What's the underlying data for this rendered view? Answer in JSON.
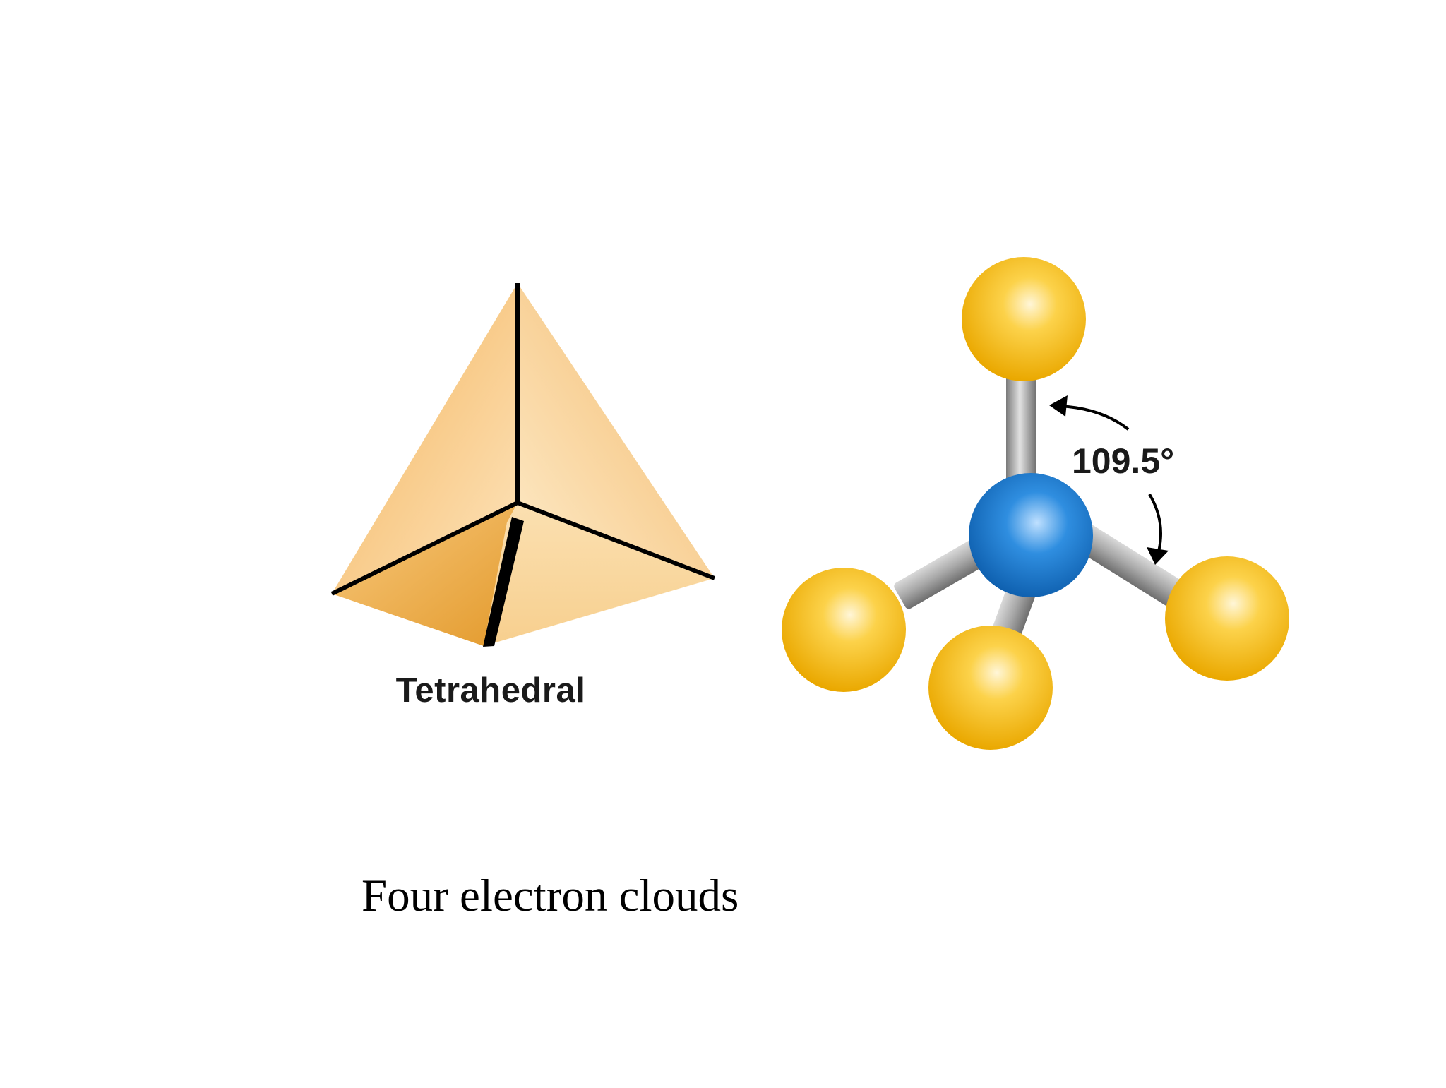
{
  "slide": {
    "shape_name": "Tetrahedral",
    "bond_angle": "109.5°",
    "caption": "Four electron clouds"
  },
  "colors": {
    "face_light": "#fbd79d",
    "face_mid": "#f6c57a",
    "face_dark": "#e8a43e",
    "edge": "#000000",
    "outer_atom": "#f5b800",
    "central_atom": "#1f78c8",
    "bond": "#9a9a9a"
  },
  "icons": {
    "tetrahedron": "tetrahedron-icon",
    "molecule": "ball-and-stick-molecule-icon",
    "angle_arrow": "curved-arrow-icon"
  }
}
